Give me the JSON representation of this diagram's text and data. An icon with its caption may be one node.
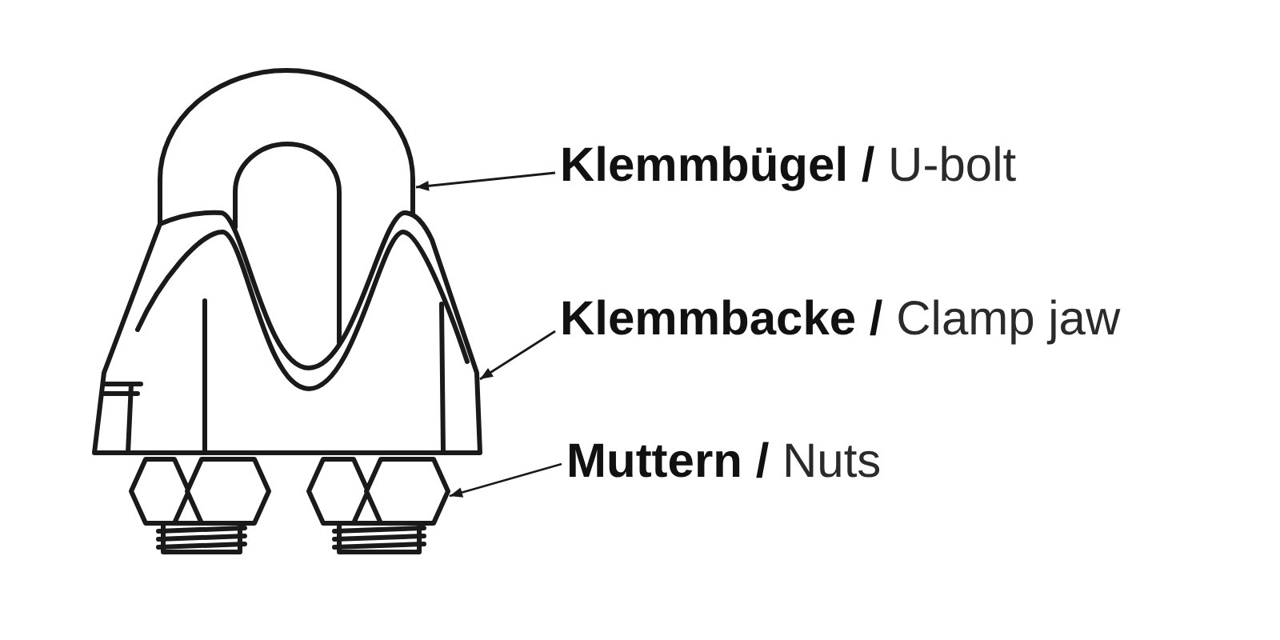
{
  "diagram": {
    "nodes": [
      {
        "text": [
          "**Klemmbügel /** U-bolt"
        ]
      },
      {
        "text": [
          "**Klemmbacke /** Clamp jaw"
        ]
      },
      {
        "text": [
          "**Muttern /** Nuts"
        ]
      },
      {
        "text": [],
        "shape": "picture"
      },
      {
        "text": [],
        "shape": "picture"
      },
      {
        "text": [],
        "shape": "picture"
      }
    ],
    "edges": [
      {
        "from": 0,
        "to": 3,
        "arrow": "to"
      },
      {
        "from": 1,
        "to": 4,
        "arrow": "to"
      },
      {
        "from": 2,
        "to": 5,
        "arrow": "to"
      }
    ]
  }
}
